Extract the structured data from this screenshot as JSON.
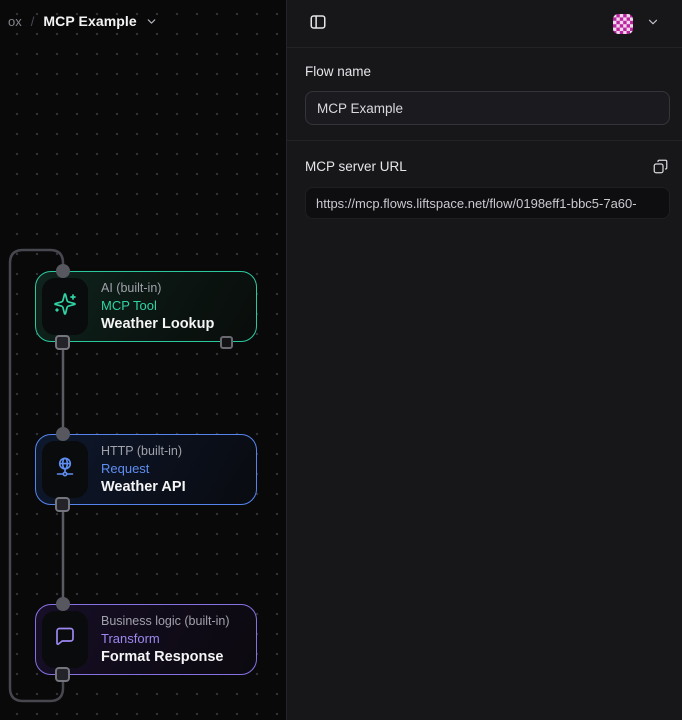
{
  "breadcrumb": {
    "parent": "ox",
    "separator": "/",
    "current": "MCP Example"
  },
  "flow": {
    "nodes": [
      {
        "category": "AI (built-in)",
        "type": "MCP Tool",
        "title": "Weather Lookup",
        "accent": "#2fd3a5",
        "icon": "sparkles-icon"
      },
      {
        "category": "HTTP (built-in)",
        "type": "Request",
        "title": "Weather API",
        "accent": "#5f8ef2",
        "icon": "globe-icon"
      },
      {
        "category": "Business logic (built-in)",
        "type": "Transform",
        "title": "Format Response",
        "accent": "#9c88f0",
        "icon": "chat-bubble-icon"
      }
    ],
    "edge_color": "#4a4a52"
  },
  "panel": {
    "flow_name": {
      "label": "Flow name",
      "value": "MCP Example"
    },
    "server_url": {
      "label": "MCP server URL",
      "value": "https://mcp.flows.liftspace.net/flow/0198eff1-bbc5-7a60-"
    }
  }
}
